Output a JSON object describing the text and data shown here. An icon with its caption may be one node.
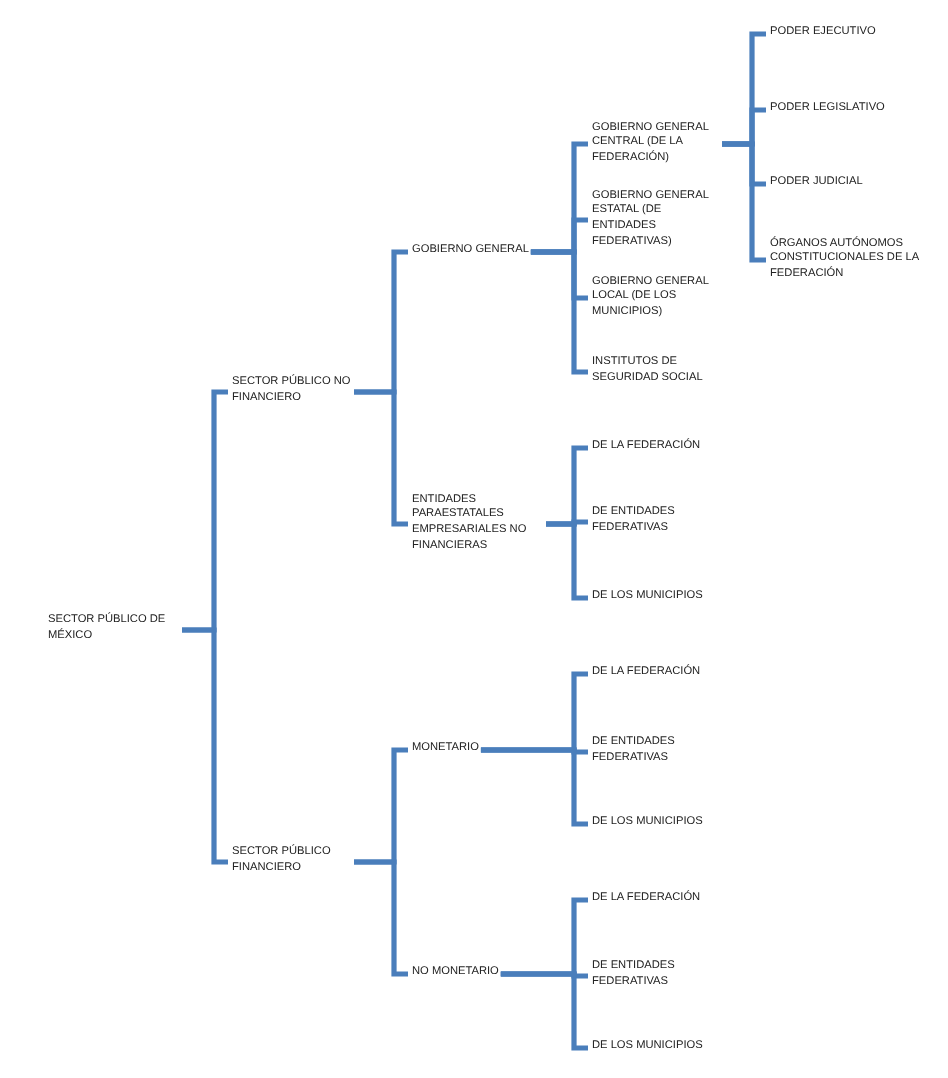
{
  "diagram": {
    "nodes": [
      {
        "text": [
          "SECTOR PÚBLICO DE MÉXICO"
        ]
      },
      {
        "text": [
          "SECTOR PÚBLICO NO FINANCIERO"
        ]
      },
      {
        "text": [
          "GOBIERNO GENERAL"
        ]
      },
      {
        "text": [
          "GOBIERNO GENERAL CENTRAL (DE LA FEDERACIÓN)"
        ]
      },
      {
        "text": [
          "PODER EJECUTIVO"
        ]
      },
      {
        "text": [
          "PODER LEGISLATIVO"
        ]
      },
      {
        "text": [
          "PODER JUDICIAL"
        ]
      },
      {
        "text": [
          "ÓRGANOS AUTÓNOMOS CONSTITUCIONALES DE LA FEDERACIÓN"
        ]
      },
      {
        "text": [
          "GOBIERNO GENERAL ESTATAL (DE ENTIDADES FEDERATIVAS)"
        ]
      },
      {
        "text": [
          "GOBIERNO GENERAL LOCAL (DE LOS MUNICIPIOS)"
        ]
      },
      {
        "text": [
          "INSTITUTOS DE SEGURIDAD SOCIAL"
        ]
      },
      {
        "text": [
          "ENTIDADES PARAESTATALES EMPRESARIALES NO FINANCIERAS"
        ]
      },
      {
        "text": [
          "DE LA FEDERACIÓN"
        ]
      },
      {
        "text": [
          "DE ENTIDADES FEDERATIVAS"
        ]
      },
      {
        "text": [
          "DE LOS MUNICIPIOS"
        ]
      },
      {
        "text": [
          "SECTOR PÚBLICO FINANCIERO"
        ]
      },
      {
        "text": [
          "MONETARIO"
        ]
      },
      {
        "text": [
          "DE LA FEDERACIÓN"
        ]
      },
      {
        "text": [
          "DE ENTIDADES FEDERATIVAS"
        ]
      },
      {
        "text": [
          "DE LOS MUNICIPIOS"
        ]
      },
      {
        "text": [
          "NO MONETARIO"
        ]
      },
      {
        "text": [
          "DE LA FEDERACIÓN"
        ]
      },
      {
        "text": [
          "DE ENTIDADES FEDERATIVAS"
        ]
      },
      {
        "text": [
          "DE LOS MUNICIPIOS"
        ]
      }
    ],
    "edges": [
      {
        "from": 0,
        "to": 1,
        "arrow": "none"
      },
      {
        "from": 0,
        "to": 15,
        "arrow": "none"
      },
      {
        "from": 1,
        "to": 2,
        "arrow": "none"
      },
      {
        "from": 1,
        "to": 11,
        "arrow": "none"
      },
      {
        "from": 2,
        "to": 3,
        "arrow": "none"
      },
      {
        "from": 2,
        "to": 8,
        "arrow": "none"
      },
      {
        "from": 2,
        "to": 9,
        "arrow": "none"
      },
      {
        "from": 2,
        "to": 10,
        "arrow": "none"
      },
      {
        "from": 3,
        "to": 4,
        "arrow": "none"
      },
      {
        "from": 3,
        "to": 5,
        "arrow": "none"
      },
      {
        "from": 3,
        "to": 6,
        "arrow": "none"
      },
      {
        "from": 3,
        "to": 7,
        "arrow": "none"
      },
      {
        "from": 11,
        "to": 12,
        "arrow": "none"
      },
      {
        "from": 11,
        "to": 13,
        "arrow": "none"
      },
      {
        "from": 11,
        "to": 14,
        "arrow": "none"
      },
      {
        "from": 15,
        "to": 16,
        "arrow": "none"
      },
      {
        "from": 15,
        "to": 20,
        "arrow": "none"
      },
      {
        "from": 16,
        "to": 17,
        "arrow": "none"
      },
      {
        "from": 16,
        "to": 18,
        "arrow": "none"
      },
      {
        "from": 16,
        "to": 19,
        "arrow": "none"
      },
      {
        "from": 20,
        "to": 21,
        "arrow": "none"
      },
      {
        "from": 20,
        "to": 22,
        "arrow": "none"
      },
      {
        "from": 20,
        "to": 23,
        "arrow": "none"
      }
    ]
  }
}
